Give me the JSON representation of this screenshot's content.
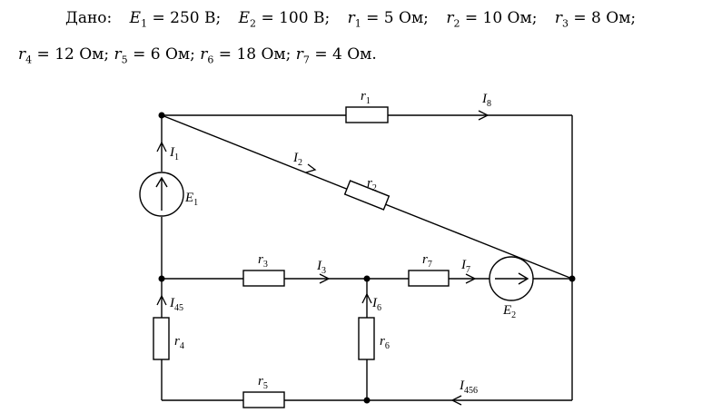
{
  "given": {
    "intro": "Дано:",
    "line1": [
      {
        "sym": "E",
        "sub": "1",
        "val": "= 250 В;"
      },
      {
        "sym": "E",
        "sub": "2",
        "val": "= 100 В;"
      },
      {
        "sym": "r",
        "sub": "1",
        "val": "= 5 Ом;"
      },
      {
        "sym": "r",
        "sub": "2",
        "val": "= 10 Ом;"
      },
      {
        "sym": "r",
        "sub": "3",
        "val": "= 8 Ом;"
      }
    ],
    "line2": [
      {
        "sym": "r",
        "sub": "4",
        "val": "= 12 Ом;"
      },
      {
        "sym": "r",
        "sub": "5",
        "val": "= 6 Ом;"
      },
      {
        "sym": "r",
        "sub": "6",
        "val": "= 18 Ом;"
      },
      {
        "sym": "r",
        "sub": "7",
        "val": "= 4 Ом."
      }
    ]
  },
  "circuit": {
    "resistors": [
      {
        "id": "r1",
        "sym": "r",
        "sub": "1"
      },
      {
        "id": "r2",
        "sym": "r",
        "sub": "2"
      },
      {
        "id": "r3",
        "sym": "r",
        "sub": "3"
      },
      {
        "id": "r7",
        "sym": "r",
        "sub": "7"
      },
      {
        "id": "r4",
        "sym": "r",
        "sub": "4"
      },
      {
        "id": "r6",
        "sym": "r",
        "sub": "6"
      },
      {
        "id": "r5",
        "sym": "r",
        "sub": "5"
      }
    ],
    "sources": [
      {
        "id": "E1",
        "sym": "E",
        "sub": "1"
      },
      {
        "id": "E2",
        "sym": "E",
        "sub": "2"
      }
    ],
    "currents": [
      {
        "id": "I1",
        "sym": "I",
        "sub": "1"
      },
      {
        "id": "I2",
        "sym": "I",
        "sub": "2"
      },
      {
        "id": "I8",
        "sym": "I",
        "sub": "8"
      },
      {
        "id": "I3",
        "sym": "I",
        "sub": "3"
      },
      {
        "id": "I7",
        "sym": "I",
        "sub": "7"
      },
      {
        "id": "I45",
        "sym": "I",
        "sub": "45"
      },
      {
        "id": "I6",
        "sym": "I",
        "sub": "6"
      },
      {
        "id": "I456",
        "sym": "I",
        "sub": "456"
      }
    ]
  }
}
